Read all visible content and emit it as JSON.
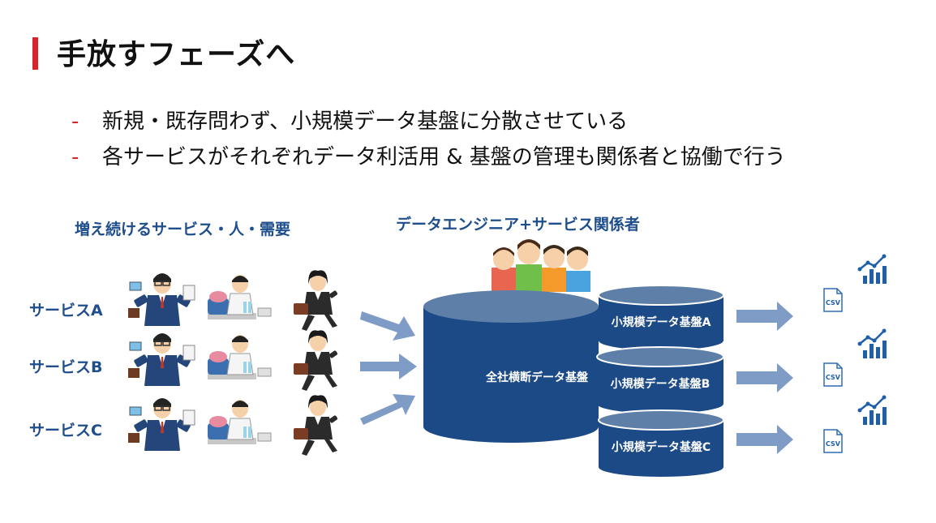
{
  "slide": {
    "title": "手放すフェーズへ",
    "bullets": [
      "新規・既存問わず、小規模データ基盤に分散させている",
      "各サービスがそれぞれデータ利活用 & 基盤の管理も関係者と協働で行う"
    ]
  },
  "diagram": {
    "left_heading": "増え続けるサービス・人・需要",
    "middle_heading": "データエンジニア+サービス関係者",
    "services": [
      "サービスA",
      "サービスB",
      "サービスC"
    ],
    "central_db_label": "全社横断データ基盤",
    "small_dbs": [
      "小規模データ基盤A",
      "小規模データ基盤B",
      "小規模データ基盤C"
    ],
    "csv_label": "CSV"
  },
  "colors": {
    "accent": "#d9232a",
    "heading_blue": "#1f4e8c",
    "db_blue": "#1b4a86",
    "db_top": "#5e7fa8",
    "arrow_blue": "#7f9cc7"
  }
}
